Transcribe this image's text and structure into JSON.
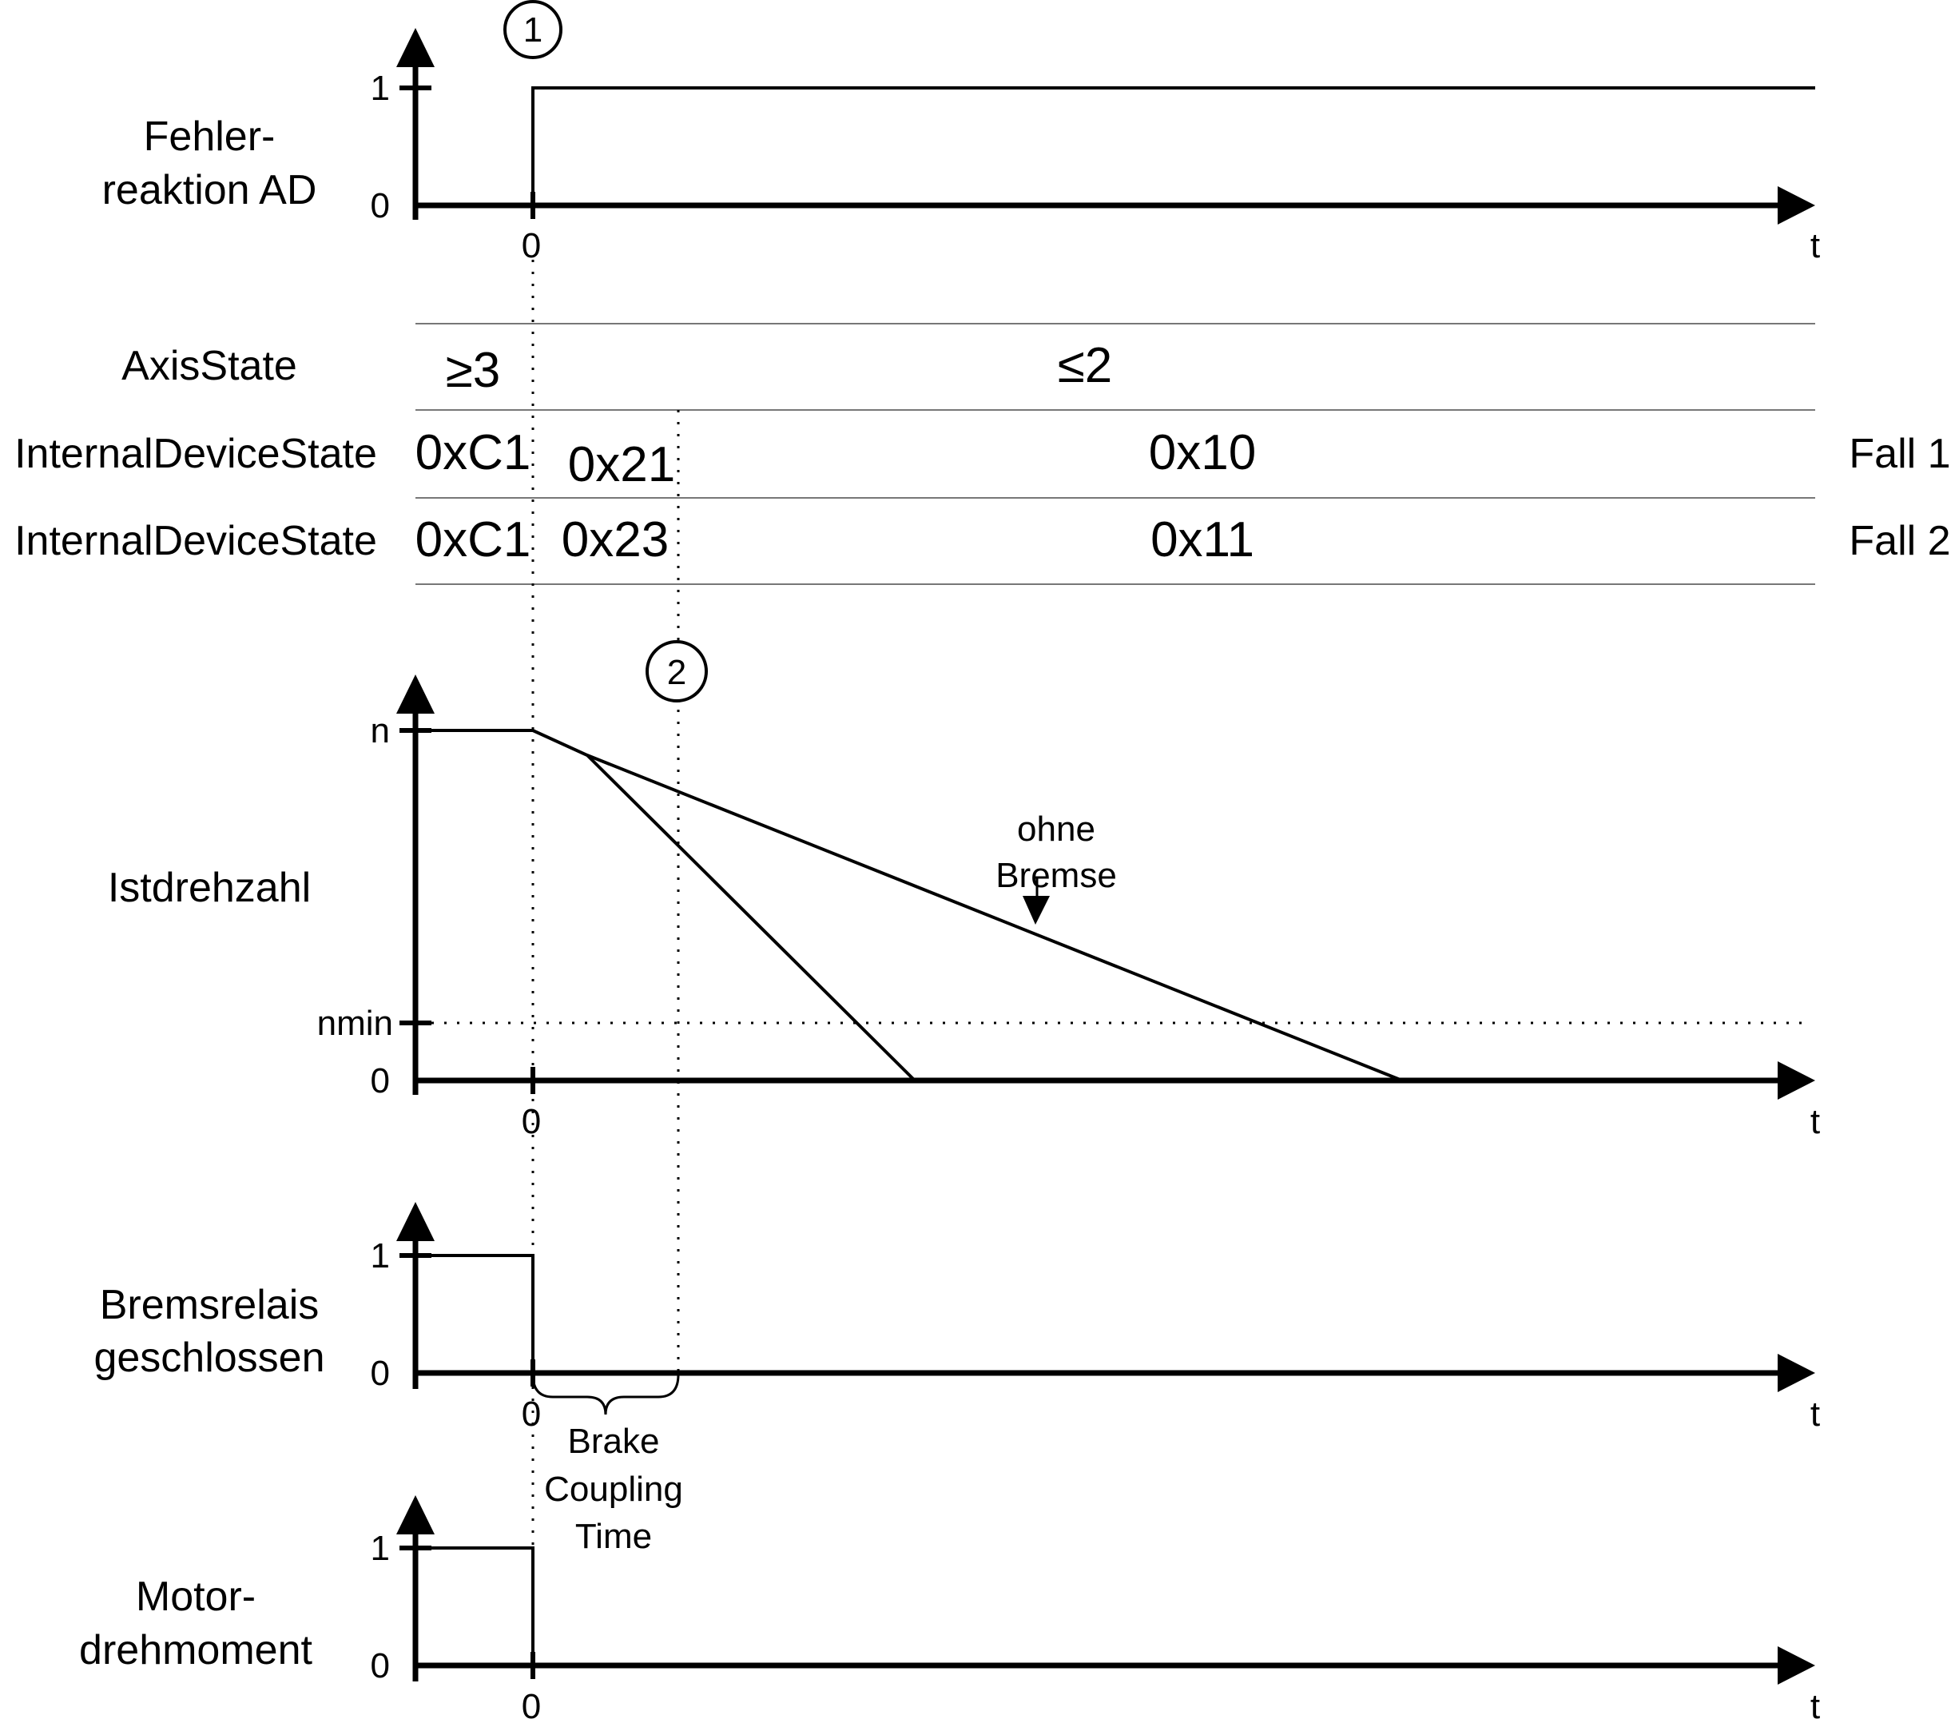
{
  "panels": {
    "fault": {
      "label_line1": "Fehler-",
      "label_line2": "reaktion AD",
      "y_high": "1",
      "y_low": "0",
      "x_zero": "0",
      "x_axis": "t"
    },
    "speed": {
      "label": "Istdrehzahl",
      "y_top": "n",
      "y_min": "nmin",
      "y_zero": "0",
      "x_zero": "0",
      "x_axis": "t",
      "annotation_line1": "ohne",
      "annotation_line2": "Bremse"
    },
    "brake": {
      "label_line1": "Bremsrelais",
      "label_line2": "geschlossen",
      "y_high": "1",
      "y_low": "0",
      "x_zero": "0",
      "x_axis": "t",
      "brace_line1": "Brake",
      "brace_line2": "Coupling",
      "brace_line3": "Time"
    },
    "torque": {
      "label_line1": "Motor-",
      "label_line2": "drehmoment",
      "y_high": "1",
      "y_low": "0",
      "x_zero": "0",
      "x_axis": "t"
    }
  },
  "markers": {
    "m1": "1",
    "m2": "2"
  },
  "states": {
    "axis_label": "AxisState",
    "axis_before": "≥3",
    "axis_after": "≤2",
    "row1_label": "InternalDeviceState",
    "row1_a": "0xC1",
    "row1_b": "0x21",
    "row1_c": "0x10",
    "row1_case": "Fall 1",
    "row2_label": "InternalDeviceState",
    "row2_a": "0xC1",
    "row2_b": "0x23",
    "row2_c": "0x11",
    "row2_case": "Fall 2"
  }
}
